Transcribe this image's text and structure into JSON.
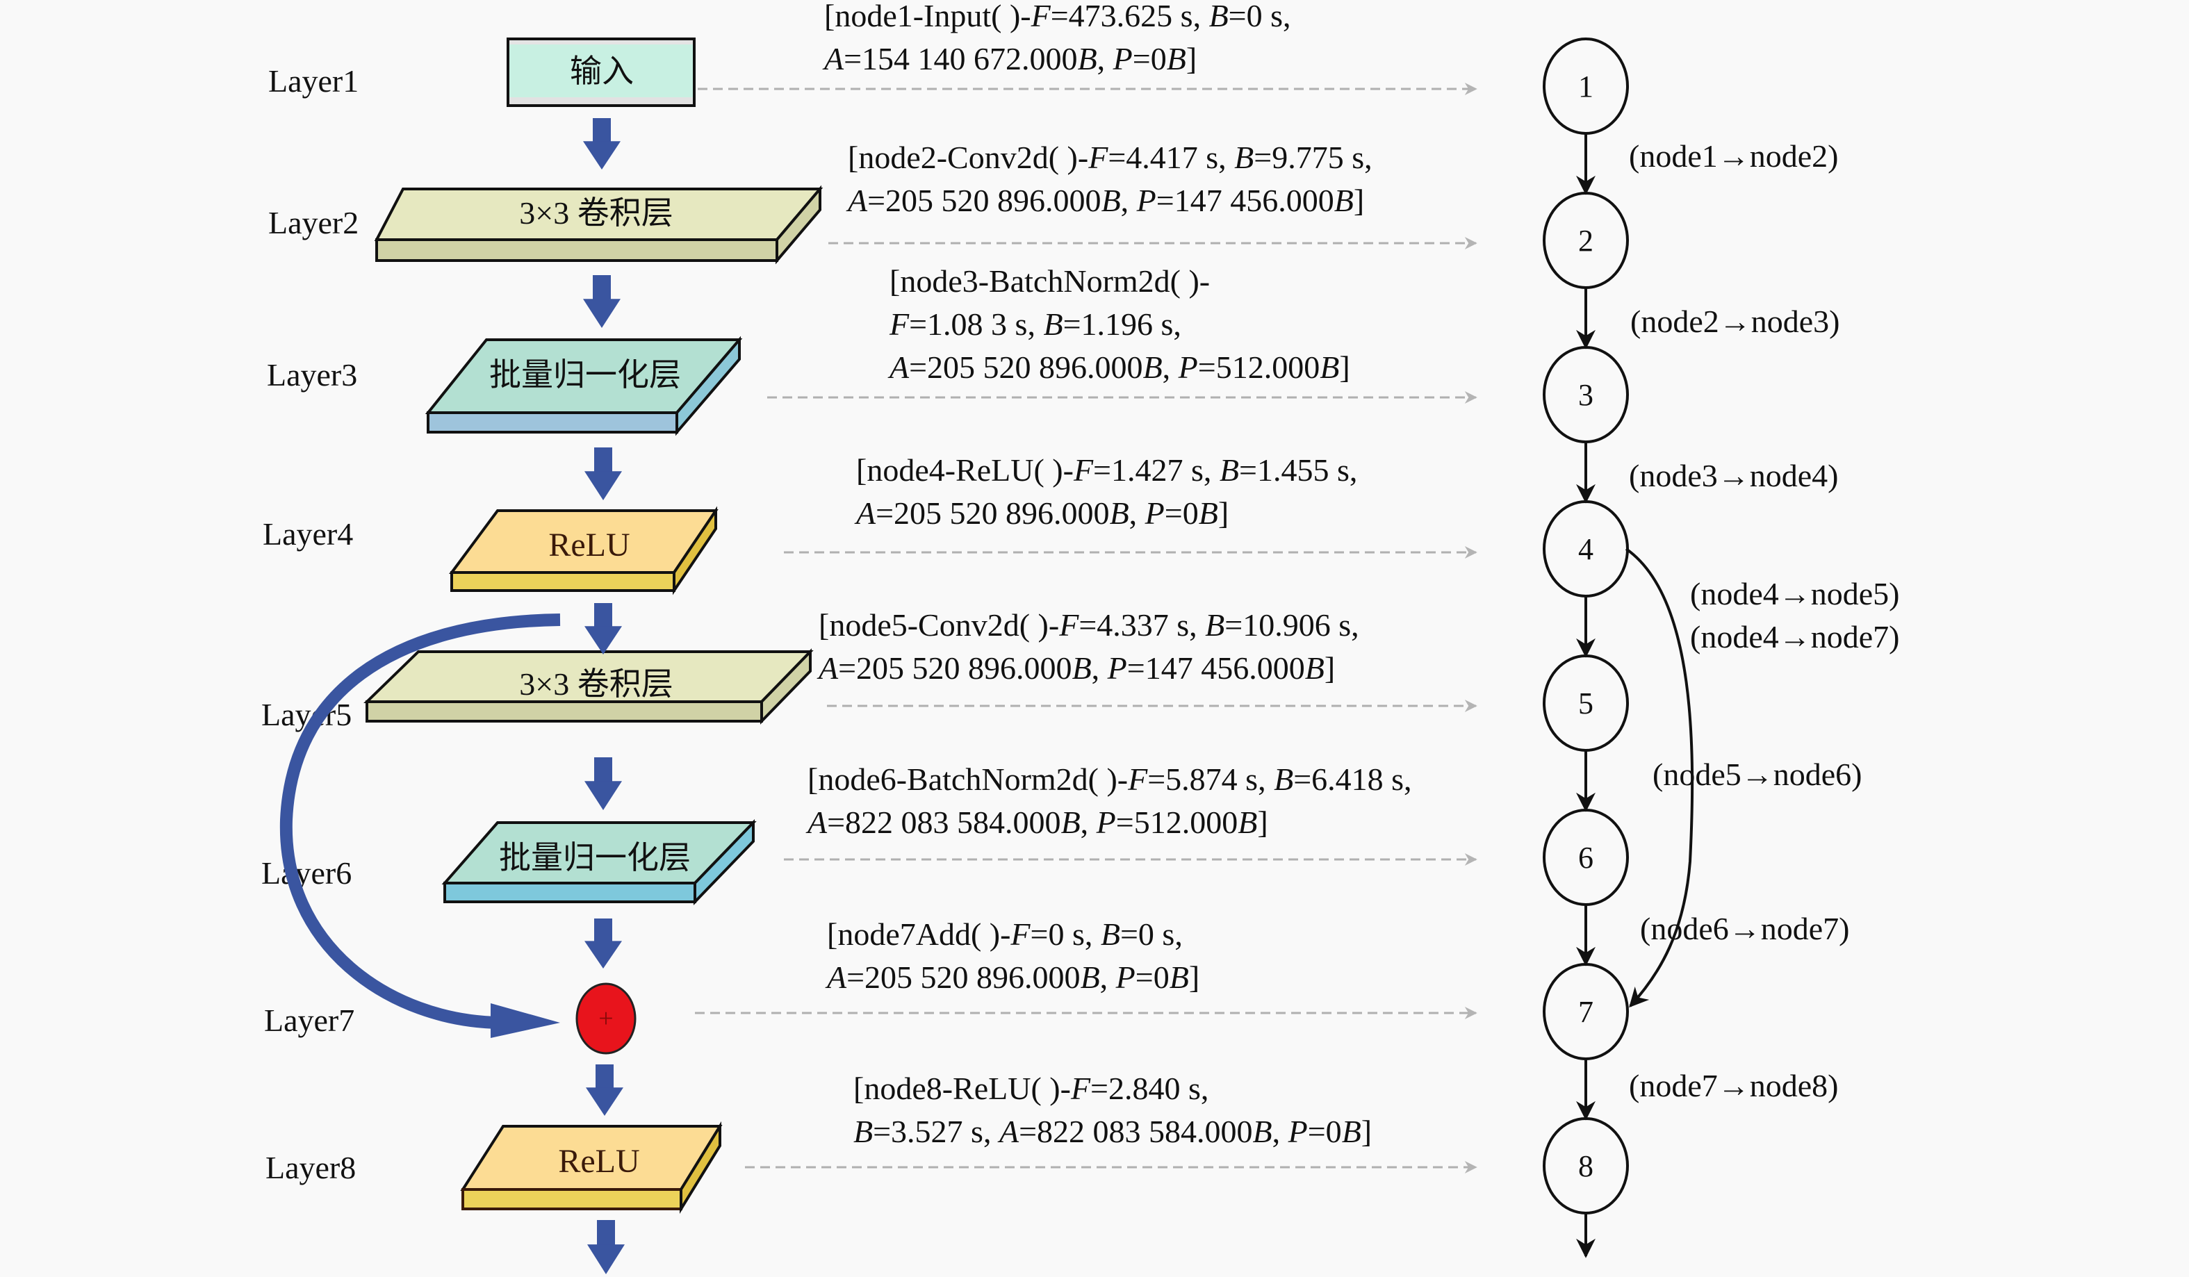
{
  "layers": [
    {
      "label": "Layer1",
      "block": "输入",
      "kind": "input"
    },
    {
      "label": "Layer2",
      "block": "3×3 卷积层",
      "kind": "conv"
    },
    {
      "label": "Layer3",
      "block": "批量归一化层",
      "kind": "bn"
    },
    {
      "label": "Layer4",
      "block": "ReLU",
      "kind": "relu"
    },
    {
      "label": "Layer5",
      "block": "3×3 卷积层",
      "kind": "conv"
    },
    {
      "label": "Layer6",
      "block": "批量归一化层",
      "kind": "bn"
    },
    {
      "label": "Layer7",
      "block": "+",
      "kind": "add"
    },
    {
      "label": "Layer8",
      "block": "ReLU",
      "kind": "relu"
    }
  ],
  "annotations": [
    {
      "lines": [
        "[node1-Input( )-F=473.625 s, B=0 s,",
        "A=154 140 672.000B, P=0B]"
      ]
    },
    {
      "lines": [
        "[node2-Conv2d( )-F=4.417 s, B=9.775 s,",
        "A=205 520 896.000B, P=147 456.000B]"
      ]
    },
    {
      "lines": [
        "[node3-BatchNorm2d( )-",
        "F=1.08 3 s, B=1.196 s,",
        "A=205 520 896.000B, P=512.000B]"
      ]
    },
    {
      "lines": [
        "[node4-ReLU( )-F=1.427 s, B=1.455 s,",
        "A=205 520 896.000B, P=0B]"
      ]
    },
    {
      "lines": [
        "[node5-Conv2d( )-F=4.337 s, B=10.906 s,",
        "A=205 520 896.000B, P=147 456.000B]"
      ]
    },
    {
      "lines": [
        "[node6-BatchNorm2d( )-F=5.874 s, B=6.418 s,",
        "A=822 083 584.000B, P=512.000B]"
      ]
    },
    {
      "lines": [
        "[node7Add( )-F=0 s, B=0 s,",
        "A=205 520 896.000B, P=0B]"
      ]
    },
    {
      "lines": [
        "[node8-ReLU( )-F=2.840 s,",
        "B=3.527 s, A=822 083 584.000B, P=0B]"
      ]
    }
  ],
  "graph": {
    "nodes": [
      "1",
      "2",
      "3",
      "4",
      "5",
      "6",
      "7",
      "8"
    ],
    "edges": [
      {
        "from": "1",
        "to": "2",
        "label": "(node1→node2)"
      },
      {
        "from": "2",
        "to": "3",
        "label": "(node2→node3)"
      },
      {
        "from": "3",
        "to": "4",
        "label": "(node3→node4)"
      },
      {
        "from": "4",
        "to": "5",
        "label": "(node4→node5)"
      },
      {
        "from": "4",
        "to": "7",
        "label": "(node4→node7)"
      },
      {
        "from": "5",
        "to": "6",
        "label": "(node5→node6)"
      },
      {
        "from": "6",
        "to": "7",
        "label": "(node6→node7)"
      },
      {
        "from": "7",
        "to": "8",
        "label": "(node7→node8)"
      }
    ]
  },
  "colors": {
    "input_fill": "#c8f0e2",
    "conv_top": "#e6e8c0",
    "conv_side": "#d0d2a6",
    "bn_top": "#b3e0d2",
    "bn_side": "#9ec4dc",
    "relu_top": "#fcdc94",
    "relu_side": "#ecd25a",
    "flow_arrow": "#3a55a0",
    "add_fill": "#e8141c",
    "dashed": "#b0b0b0"
  }
}
